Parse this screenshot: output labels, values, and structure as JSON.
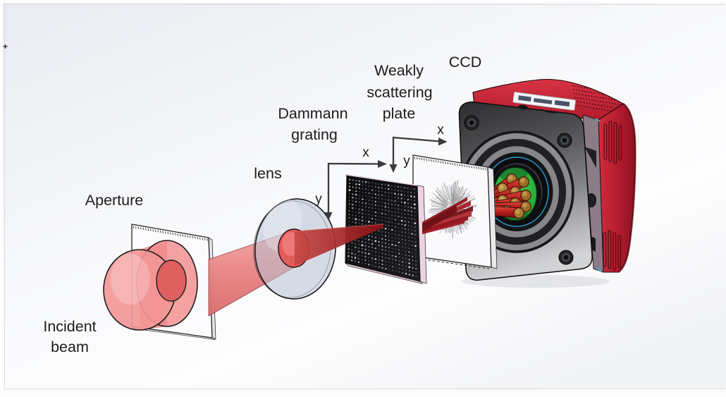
{
  "figure": {
    "corner_marker": "+",
    "labels": {
      "aperture": "Aperture",
      "incident_beam": [
        "Incident",
        "beam"
      ],
      "lens": "lens",
      "dammann_grating": [
        "Dammann",
        "grating"
      ],
      "scattering_plate": [
        "Weakly",
        "scattering",
        "plate"
      ],
      "ccd": "CCD"
    },
    "axes": {
      "grating": {
        "x": "x",
        "y": "y"
      },
      "plate": {
        "x": "x",
        "y": "y"
      }
    },
    "colors": {
      "beam_red": "#e88080",
      "beam_dark_red": "#8e1216",
      "lens_glass": "#b7c0d2",
      "grating_face": "#101013",
      "grating_edge_pink": "#eed2e2",
      "camera_red": "#c42231",
      "camera_front_gray": "#6a6b6d",
      "sensor_green": "#2cb53f",
      "mount_accent_blue": "#2a9ad4",
      "background": "#f0f1f5"
    }
  }
}
